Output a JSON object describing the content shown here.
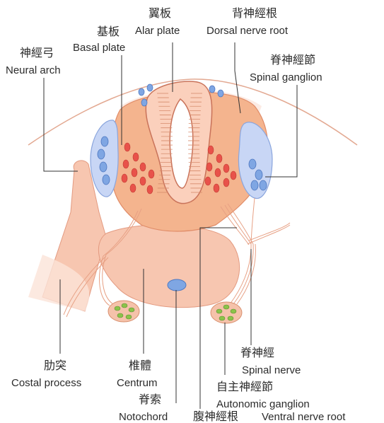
{
  "colors": {
    "tissue": "#f7c6b0",
    "tissue_light": "#fbe3d8",
    "neural_tube": "#f4b48e",
    "red_cells": "#e8524a",
    "blue_cells": "#7fa6e3",
    "green_cells": "#8bc34a",
    "leader_line": "#333333"
  },
  "labels": {
    "alar_zh": "翼板",
    "alar_en": "Alar plate",
    "dorsal_root_zh": "背神經根",
    "dorsal_root_en": "Dorsal nerve root",
    "basal_zh": "基板",
    "basal_en": "Basal plate",
    "neural_arch_zh": "神經弓",
    "neural_arch_en": "Neural arch",
    "spinal_ganglion_zh": "脊神經節",
    "spinal_ganglion_en": "Spinal ganglion",
    "costal_zh": "肋突",
    "costal_en": "Costal process",
    "centrum_zh": "椎體",
    "centrum_en": "Centrum",
    "notochord_zh": "脊索",
    "notochord_en": "Notochord",
    "ventral_root_zh": "腹神經根",
    "ventral_root_en": "Ventral nerve root",
    "spinal_nerve_zh": "脊神經",
    "spinal_nerve_en": "Spinal nerve",
    "autonomic_zh": "自主神經節",
    "autonomic_en": "Autonomic ganglion"
  }
}
